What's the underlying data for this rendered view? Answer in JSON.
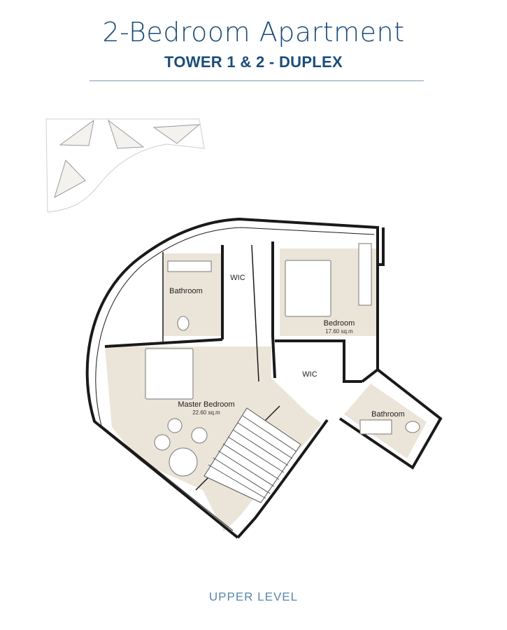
{
  "header": {
    "title": "2-Bedroom Apartment",
    "subtitle": "TOWER 1 & 2 - DUPLEX"
  },
  "plan": {
    "rooms": [
      {
        "name": "Bathroom",
        "area": ""
      },
      {
        "name": "WIC",
        "area": ""
      },
      {
        "name": "Bedroom",
        "area": "17.60 sq.m"
      },
      {
        "name": "WIC",
        "area": ""
      },
      {
        "name": "Master Bedroom",
        "area": "22.60 sq.m"
      },
      {
        "name": "Bathroom",
        "area": ""
      }
    ]
  },
  "footer": {
    "level": "UPPER LEVEL"
  },
  "colors": {
    "heading": "#1b4d7a",
    "level_text": "#5b86ad",
    "floor_fill": "#ebe4d8",
    "wall": "#1a1a1a"
  }
}
